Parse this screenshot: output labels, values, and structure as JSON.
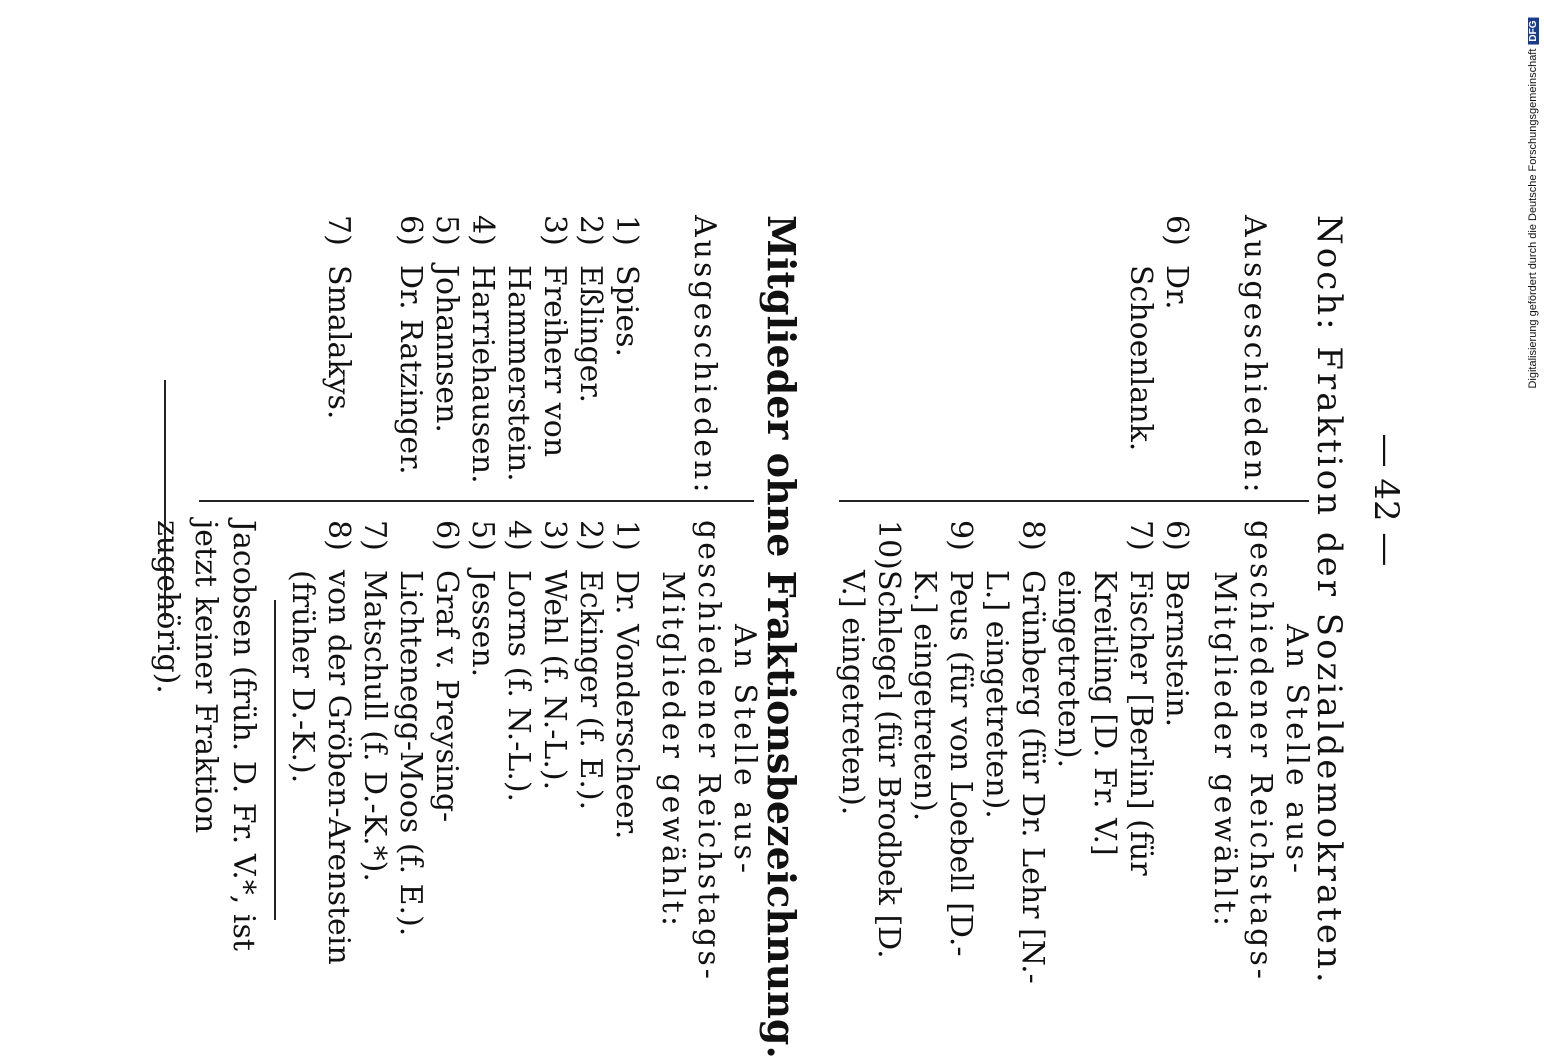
{
  "page_number": "— 42 —",
  "section1": {
    "heading": "Noch: Fraktion der Sozialdemokraten.",
    "left_header": "Ausgeschieden:",
    "right_header_line1": "An Stelle aus-",
    "right_header_line2": "geschiedener Reichstags-",
    "right_header_line3": "Mitglieder gewählt:",
    "left_items": [
      {
        "num": "6)",
        "text": "Dr. Schoenlank."
      }
    ],
    "right_items": [
      {
        "num": "6)",
        "text": "Bernstein."
      },
      {
        "num": "7)",
        "text": "Fischer [Berlin] (für Kreitling [D. Fr. V.] eingetreten)."
      },
      {
        "num": "8)",
        "text": "Grünberg (für Dr. Lehr [N.-L.] eingetreten)."
      },
      {
        "num": "9)",
        "text": "Peus (für von Loebell [D.-K.] eingetreten)."
      },
      {
        "num": "10)",
        "text": "Schlegel (für Brodbek [D. V.] eingetreten)."
      }
    ]
  },
  "section2": {
    "heading": "Mitglieder ohne Fraktionsbezeichnung.",
    "left_header": "Ausgeschieden:",
    "right_header_line1": "An Stelle aus-",
    "right_header_line2": "geschiedener Reichstags-",
    "right_header_line3": "Mitglieder gewählt:",
    "left_items": [
      {
        "num": "1)",
        "text": "Spies."
      },
      {
        "num": "2)",
        "text": "Eßlinger."
      },
      {
        "num": "3)",
        "text": "Freiherr von Hammerstein."
      },
      {
        "num": "4)",
        "text": "Harriehausen."
      },
      {
        "num": "5)",
        "text": "Johannsen."
      },
      {
        "num": "6)",
        "text": "Dr. Ratzinger."
      },
      {
        "num": "7)",
        "text": "Smalakys."
      }
    ],
    "right_items": [
      {
        "num": "1)",
        "text": "Dr. Vonderscheer."
      },
      {
        "num": "2)",
        "text": "Eckinger (f. E.)."
      },
      {
        "num": "3)",
        "text": "Wehl (f. N.-L.)."
      },
      {
        "num": "4)",
        "text": "Lorns (f. N.-L.)."
      },
      {
        "num": "5)",
        "text": "Jessen."
      },
      {
        "num": "6)",
        "text": "Graf v. Preysing-Lichtenegg-Moos (f. E.)."
      },
      {
        "num": "7)",
        "text": "Matschull (f. D.-K.*)."
      },
      {
        "num": "8)",
        "text": "von der Gröben-Arenstein (früher D.-K.)."
      }
    ],
    "note": "Jacobsen (früh. D. Fr. V.*, ist jetzt keiner Fraktion zugehörig)."
  },
  "credit": {
    "text": "Digitalisierung gefördert durch die Deutsche Forschungsgemeinschaft",
    "logo": "DFG"
  }
}
